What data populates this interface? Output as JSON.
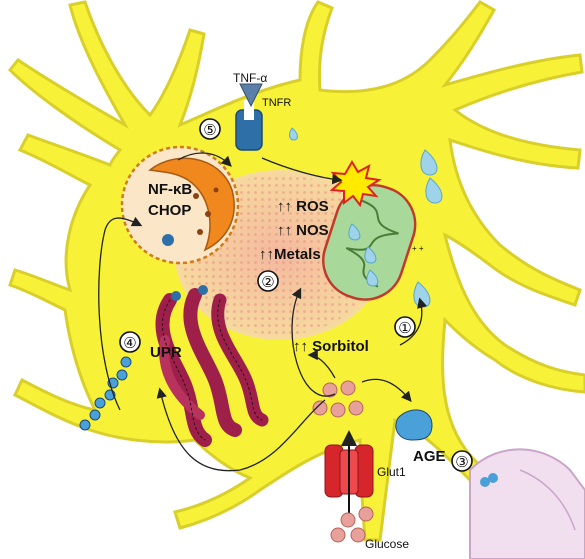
{
  "labels": {
    "tnf_alpha": "TNF-α",
    "tnfr": "TNFR",
    "nfkb": "NF-κB",
    "chop": "CHOP",
    "ros": "↑↑ ROS",
    "nos": "↑↑ NOS",
    "metals": "↑↑Metals",
    "sorbitol": "↑↑ Sorbitol",
    "upr": "UPR",
    "age": "AGE",
    "glut1": "Glut1",
    "glucose": "Glucose",
    "mito_ions": "+ +"
  },
  "markers": [
    "①",
    "②",
    "③",
    "④",
    "⑤"
  ],
  "colors": {
    "cell": "#f7f237",
    "cell_edge": "#d9cf2a",
    "nucleus": "#f3b0a8",
    "er": "#9e1f4a",
    "mitochondria": "#a8d89a",
    "golgi_orange": "#f0881e",
    "receptor": "#2e6fa8",
    "glut1": "#d6262b",
    "glucose": "#e8a09a",
    "drop": "#9fd3ea",
    "vessel": "#f1dff0",
    "flash": "#ffea00"
  }
}
